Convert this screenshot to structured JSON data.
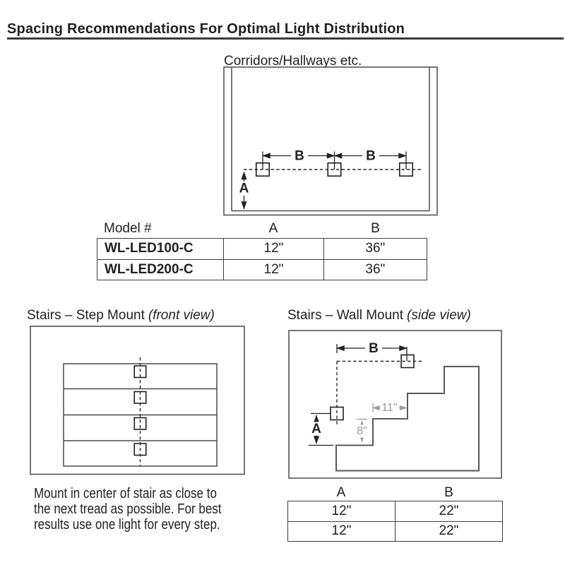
{
  "page": {
    "title": "Spacing Recommendations For Optimal Light Distribution"
  },
  "corridor": {
    "heading": "Corridors/Hallways etc.",
    "dim_a": "A",
    "dim_b1": "B",
    "dim_b2": "B",
    "table": {
      "headers": {
        "model": "Model #",
        "a": "A",
        "b": "B"
      },
      "rows": [
        {
          "model": "WL-LED100-C",
          "a": "12\"",
          "b": "36\""
        },
        {
          "model": "WL-LED200-C",
          "a": "12\"",
          "b": "36\""
        }
      ]
    }
  },
  "step_mount": {
    "heading": "Stairs – Step Mount",
    "view_label": "(front view)",
    "note_lines": [
      "Mount in center of stair as close to",
      "the next tread as possible. For best",
      "results use one light for every step."
    ]
  },
  "wall_mount": {
    "heading": "Stairs – Wall Mount",
    "view_label": "(side view)",
    "dim_a": "A",
    "dim_b": "B",
    "tread_depth": "11\"",
    "riser_height": "8\"",
    "table": {
      "headers": {
        "a": "A",
        "b": "B"
      },
      "rows": [
        {
          "a": "12\"",
          "b": "22\""
        },
        {
          "a": "12\"",
          "b": "22\""
        }
      ]
    }
  },
  "colors": {
    "ink": "#231f20",
    "rule": "#3b3b3b",
    "diagram_line": "#4a4a4a",
    "stair_profile": "#59595b",
    "gray_dim": "#9b9b9b"
  }
}
